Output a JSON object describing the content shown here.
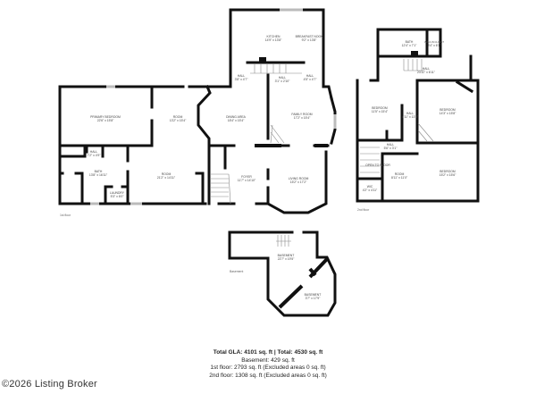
{
  "floor1": {
    "label": "1st floor",
    "rooms": [
      {
        "name": "KITCHEN",
        "dim": "14'9\" x 13'8\""
      },
      {
        "name": "BREAKFAST NOOK",
        "dim": "9'2\" x 13'8\""
      },
      {
        "name": "HALL",
        "dim": "3'8\" x 4'7\""
      },
      {
        "name": "HALL",
        "dim": "4'5\" x 4'7\""
      },
      {
        "name": "HALL",
        "dim": "3'1\" x 2'10\""
      },
      {
        "name": "PRIMARY BEDROOM",
        "dim": "22'6\" x 15'8\""
      },
      {
        "name": "ROOM",
        "dim": "13'2\" x 15'4\""
      },
      {
        "name": "DINING AREA",
        "dim": "18'4\" x 15'4\""
      },
      {
        "name": "FAMILY ROOM",
        "dim": "17'2\" x 15'4\""
      },
      {
        "name": "HALL",
        "dim": "7'2\" x 4'9\""
      },
      {
        "name": "BATH",
        "dim": "13'8\" x 16'11\""
      },
      {
        "name": "LAUNDRY",
        "dim": "5'3\" x 6'0\""
      },
      {
        "name": "ROOM",
        "dim": "21'2\" x 14'11\""
      },
      {
        "name": "FOYER",
        "dim": "11'7\" x 14'10\""
      },
      {
        "name": "LIVING ROOM",
        "dim": "15'2\" x 17'2\""
      }
    ]
  },
  "floor2": {
    "label": "2nd floor",
    "rooms": [
      {
        "name": "BATH",
        "dim": "12'4\" x 7'1\""
      },
      {
        "name": "WALK-IN CLOSET",
        "dim": "3'4\" x 6'1\""
      },
      {
        "name": "HALL",
        "dim": "23'11\" x 6'11\""
      },
      {
        "name": "BEDROOM",
        "dim": "11'5\" x 15'4\""
      },
      {
        "name": "HALL",
        "dim": "4'11\" x 13'5\""
      },
      {
        "name": "BEDROOM",
        "dim": "14'3\" x 15'8\""
      },
      {
        "name": "HALL",
        "dim": "5'6\" x 3'1\""
      },
      {
        "name": "OPEN TO FLOOR",
        "dim": ""
      },
      {
        "name": "ROOM",
        "dim": "8'11\" x 11'0\""
      },
      {
        "name": "WIC",
        "dim": "4'2\" x 4'11\""
      },
      {
        "name": "BEDROOM",
        "dim": "15'2\" x 15'6\""
      }
    ]
  },
  "basement": {
    "label": "Basement",
    "rooms": [
      {
        "name": "BASEMENT",
        "dim": "22'7\" x 19'5\""
      },
      {
        "name": "BASEMENT",
        "dim": "3'7\" x 17'9\""
      }
    ]
  },
  "summary": {
    "total": "Total GLA: 4101 sq. ft | Total: 4530 sq. ft",
    "basement": "Basement: 429 sq. ft",
    "first": "1st floor: 2793 sq. ft (Excluded areas 0 sq. ft)",
    "second": "2nd floor: 1308 sq. ft (Excluded areas 0 sq. ft)"
  },
  "copyright": "©2026 Listing Broker"
}
